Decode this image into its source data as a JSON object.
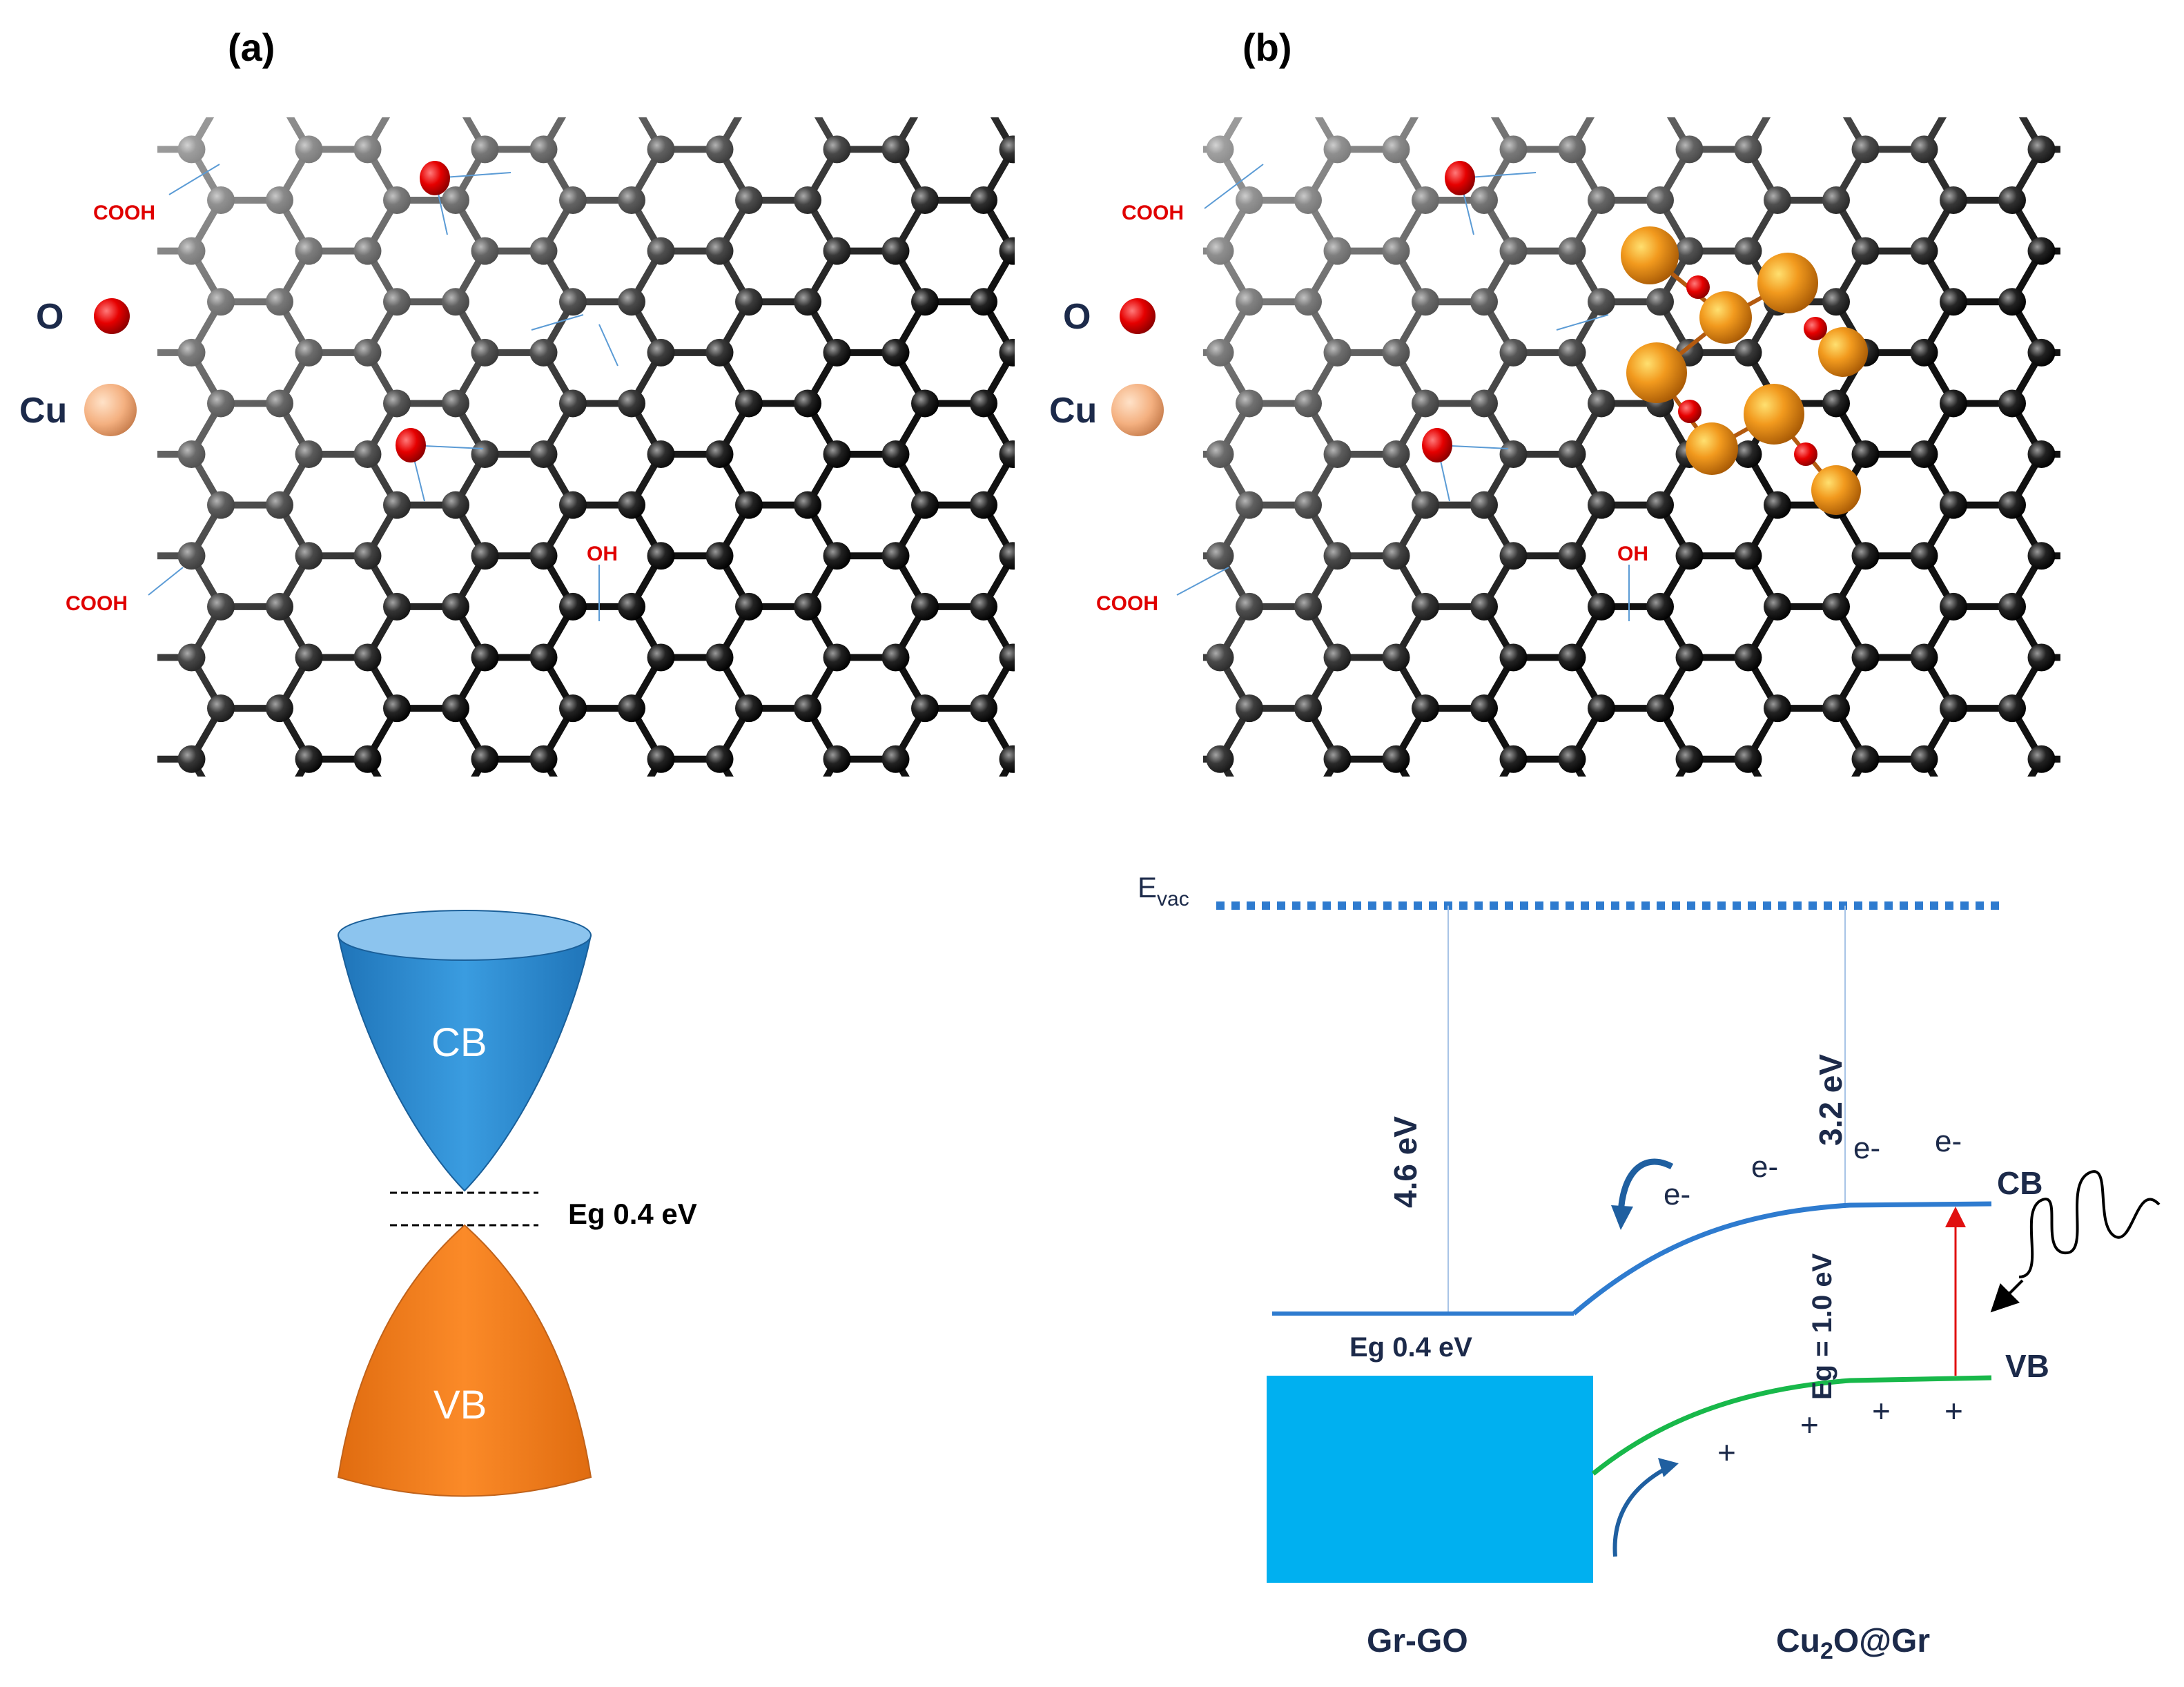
{
  "panel_a": {
    "label": "(a)",
    "legend": {
      "o_label": "O",
      "cu_label": "Cu"
    },
    "groups": [
      "COOH",
      "COOH",
      "OH"
    ]
  },
  "panel_b": {
    "label": "(b)",
    "legend": {
      "o_label": "O",
      "cu_label": "Cu"
    },
    "groups": [
      "COOH",
      "COOH",
      "OH"
    ]
  },
  "cone": {
    "cb_label": "CB",
    "vb_label": "VB",
    "gap_label": "Eg 0.4 eV",
    "colors": {
      "cb": "#2b86c8",
      "vb": "#f47f20"
    }
  },
  "band_diagram": {
    "evac_main": "E",
    "evac_sub": "vac",
    "grgo_work_function": "4.6 eV",
    "cu2o_work_function": "3.2 eV",
    "grgo_gap": "Eg 0.4 eV",
    "cu2o_gap": "Eg = 1.0 eV",
    "cb_label": "CB",
    "vb_label": "VB",
    "electron": "e-",
    "hole": "+",
    "material_left": "Gr-GO",
    "material_right_main": "Cu",
    "material_right_sub": "2",
    "material_right_rest": "O@Gr",
    "colors": {
      "cb_line": "#2e7bcf",
      "vb_line": "#18b84a",
      "block": "#00b0f0",
      "evac": "#2e7bcf",
      "excitation": "#e01010"
    }
  }
}
